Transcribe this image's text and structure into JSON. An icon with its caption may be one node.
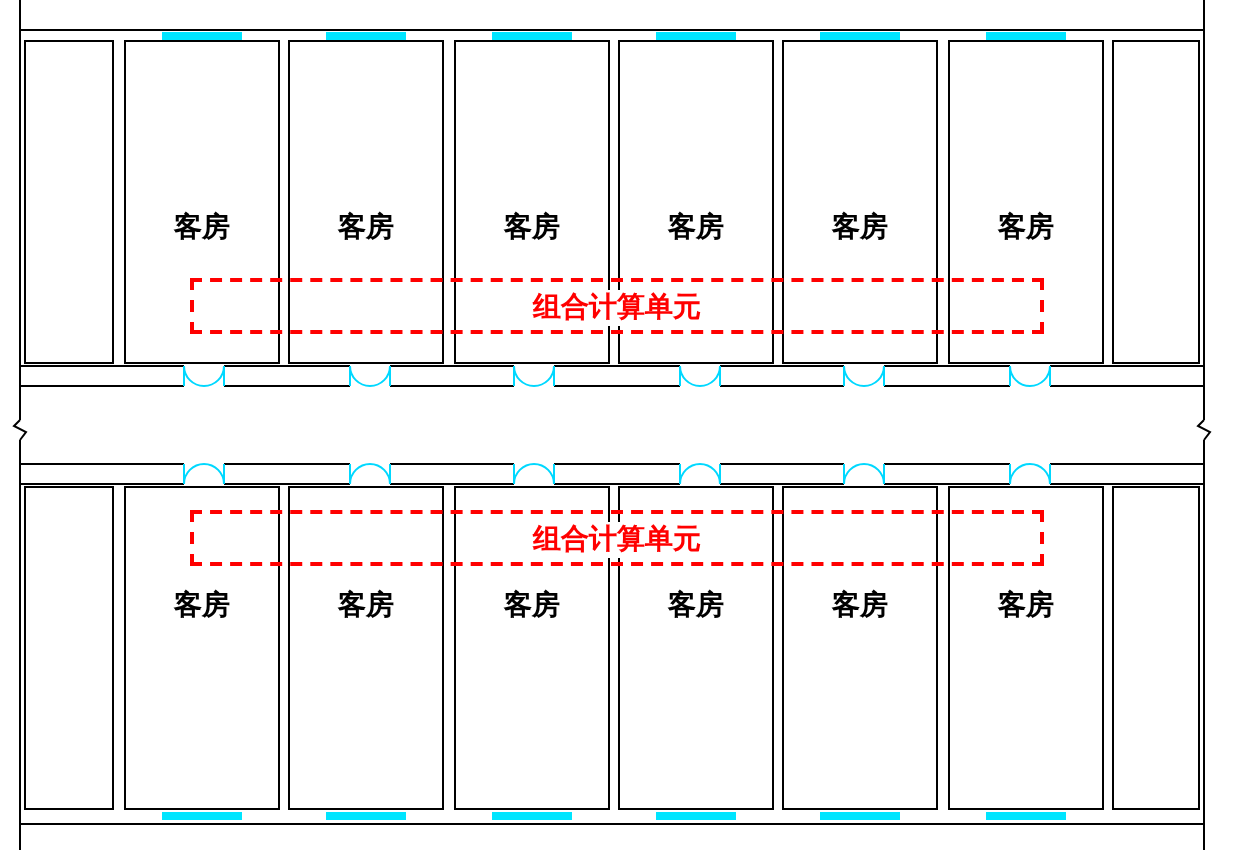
{
  "diagram": {
    "nodes": [
      {
        "text": [],
        "shape": "box"
      },
      {
        "text": [
          "客房"
        ]
      },
      {
        "text": [
          "客房"
        ]
      },
      {
        "text": [
          "客房"
        ]
      },
      {
        "text": [
          "客房"
        ]
      },
      {
        "text": [
          "客房"
        ]
      },
      {
        "text": [
          "客房"
        ]
      },
      {
        "text": [],
        "shape": "box"
      },
      {
        "text": [
          "组合计算单元"
        ]
      },
      {
        "text": [
          "组合计算单元"
        ]
      },
      {
        "text": [],
        "shape": "box"
      },
      {
        "text": [
          "客房"
        ]
      },
      {
        "text": [
          "客房"
        ]
      },
      {
        "text": [
          "客房"
        ]
      },
      {
        "text": [
          "客房"
        ]
      },
      {
        "text": [
          "客房"
        ]
      },
      {
        "text": [
          "客房"
        ]
      },
      {
        "text": [],
        "shape": "box"
      }
    ]
  }
}
